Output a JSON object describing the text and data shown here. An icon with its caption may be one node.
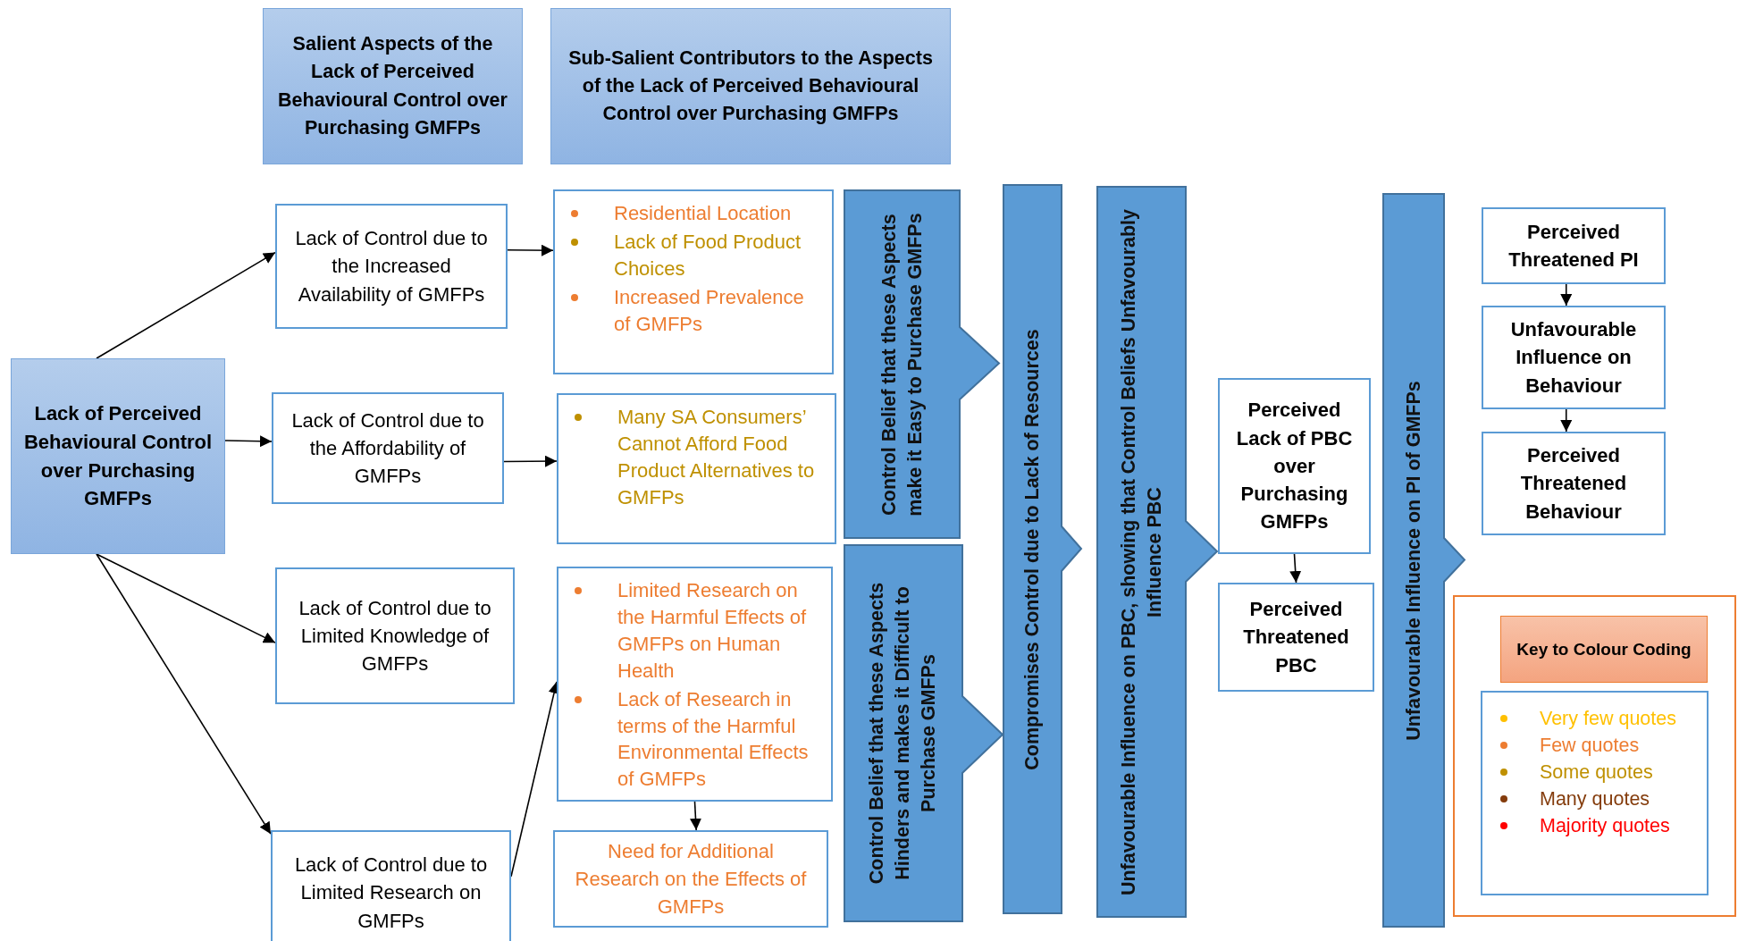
{
  "diagram": {
    "nodes": [
      {
        "text": [
          "Salient Aspects of the Lack of Perceived Behavioural Control over Purchasing GMFPs"
        ]
      },
      {
        "text": [
          "Sub-Salient Contributors to the Aspects of the Lack of Perceived Behavioural Control over Purchasing GMFPs"
        ]
      },
      {
        "text": [
          "Lack of Perceived Behavioural Control over Purchasing GMFPs"
        ]
      },
      {
        "text": [
          "Lack of Control due to the Increased Availability of GMFPs"
        ]
      },
      {
        "text": [
          "Lack of Control due to the Affordability of GMFPs"
        ]
      },
      {
        "text": [
          "Lack of Control due to Limited Knowledge of GMFPs"
        ]
      },
      {
        "text": [
          "Lack of Control due to Limited Research on GMFPs"
        ]
      },
      {
        "text": [
          "Residential Location",
          "Lack of Food Product Choices",
          "Increased Prevalence of GMFPs"
        ]
      },
      {
        "text": [
          "Many SA Consumers’ Cannot Afford Food Product Alternatives to GMFPs"
        ]
      },
      {
        "text": [
          "Limited Research on the Harmful Effects of GMFPs on Human Health",
          "Lack of Research in terms of the Harmful Environmental Effects of GMFPs"
        ]
      },
      {
        "text": [
          "Need for Additional Research on the Effects of GMFPs"
        ]
      },
      {
        "text": [
          "Control Belief that these Aspects make it Easy to Purchase GMFPs"
        ]
      },
      {
        "text": [
          "Control Belief that these Aspects Hinders and makes it Difficult to Purchase GMFPs"
        ]
      },
      {
        "text": [
          "Compromises Control due to Lack of Resources"
        ]
      },
      {
        "text": [
          "Unfavourable Influence on PBC, showing that Control Beliefs Unfavourably Influence PBC"
        ]
      },
      {
        "text": [
          "Perceived Lack of PBC over Purchasing GMFPs"
        ]
      },
      {
        "text": [
          "Perceived Threatened PBC"
        ]
      },
      {
        "text": [
          "Unfavourable Influence on PI of GMFPs"
        ]
      },
      {
        "text": [
          "Perceived Threatened PI"
        ]
      },
      {
        "text": [
          "Unfavourable Influence on Behaviour"
        ]
      },
      {
        "text": [
          "Perceived Threatened Behaviour"
        ]
      },
      {
        "text": [],
        "shape": "box"
      },
      {
        "text": [
          "Key to Colour Coding"
        ],
        "in": 21
      }
    ],
    "edges": [
      {
        "from": 2,
        "to": 3,
        "arrow": "to"
      },
      {
        "from": 2,
        "to": 4,
        "arrow": "to"
      },
      {
        "from": 2,
        "to": 5,
        "arrow": "to"
      },
      {
        "from": 2,
        "to": 6,
        "arrow": "to"
      },
      {
        "from": 3,
        "to": 7,
        "arrow": "to"
      },
      {
        "from": 4,
        "to": 8,
        "arrow": "to"
      },
      {
        "from": 6,
        "to": 9,
        "arrow": "to"
      },
      {
        "from": 9,
        "to": 10,
        "arrow": "to"
      },
      {
        "from": 15,
        "to": 16,
        "arrow": "to"
      },
      {
        "from": 18,
        "to": 19,
        "arrow": "to"
      },
      {
        "from": 19,
        "to": 20,
        "arrow": "to"
      }
    ],
    "legend": [
      {
        "text": "Very few quotes",
        "color": "#ffc000"
      },
      {
        "text": "Few quotes",
        "color": "#ed7d31"
      },
      {
        "text": "Some quotes",
        "color": "#bf9000"
      },
      {
        "text": "Many quotes",
        "color": "#843c0c"
      },
      {
        "text": "Majority quotes",
        "color": "#ff0000"
      }
    ]
  }
}
